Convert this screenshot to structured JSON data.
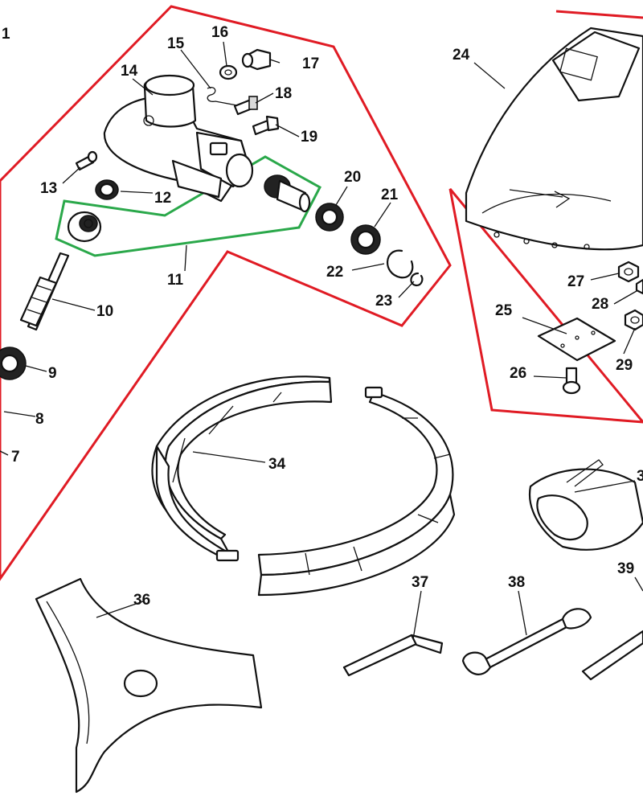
{
  "colors": {
    "outline_red": "#e01b24",
    "outline_green": "#2aa84a",
    "ink": "#111111"
  },
  "labels": {
    "p1": "1",
    "p7": "7",
    "p8": "8",
    "p9": "9",
    "p10": "10",
    "p11": "11",
    "p12": "12",
    "p13": "13",
    "p14": "14",
    "p15": "15",
    "p16": "16",
    "p17": "17",
    "p18": "18",
    "p19": "19",
    "p20": "20",
    "p21": "21",
    "p22": "22",
    "p23": "23",
    "p24": "24",
    "p25": "25",
    "p26": "26",
    "p27": "27",
    "p28": "28",
    "p29": "29",
    "p3x": "3",
    "p34": "34",
    "p36": "36",
    "p37": "37",
    "p38": "38",
    "p39": "39"
  }
}
